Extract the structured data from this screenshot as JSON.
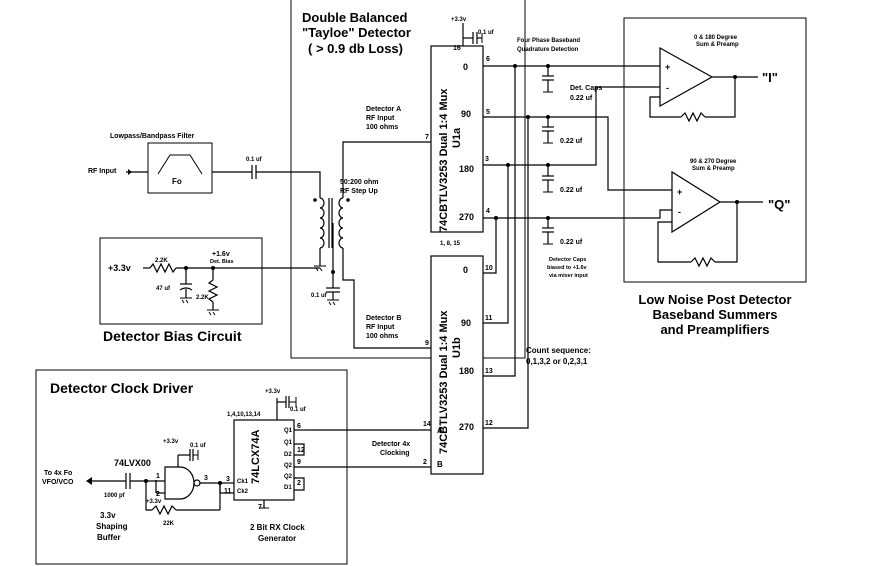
{
  "detector": {
    "title_line1": "Double Balanced",
    "title_line2": "\"Tayloe\" Detector",
    "title_line3": "( > 0.9 db Loss)",
    "phase_title_1": "Four Phase Baseband",
    "phase_title_2": "Quadrature Detection",
    "det_a_1": "Detector A",
    "det_a_2": "RF Input",
    "det_a_3": "100 ohms",
    "det_b_1": "Detector B",
    "det_b_2": "RF Input",
    "det_b_3": "100 ohms",
    "stepup_1": "50:200 ohm",
    "stepup_2": "RF Step Up",
    "det_caps_1": "Det. Caps",
    "det_caps_2": "0.22 uf",
    "cap_022": "0.22 uf",
    "caps_bias_1": "Detector Caps",
    "caps_bias_2": "biased to +1.6v",
    "caps_bias_3": "via mixer input",
    "count_1": "Count sequence:",
    "count_2": "0,1,3,2 or 0,2,3,1",
    "clocking_1": "Detector 4x",
    "clocking_2": "Clocking",
    "gnd_pins": "1, 8, 15",
    "vcc": "+3.3v",
    "cap_01": "0.1 uf",
    "mux_a_label": "74CBTLV3253 Dual 1:4 Mux",
    "mux_a_id": "U1a",
    "mux_b_label": "74CBTLV3253 Dual 1:4 Mux",
    "mux_b_id": "U1b",
    "ch0": "0",
    "ch90": "90",
    "ch180": "180",
    "ch270": "270",
    "sel_a": "A",
    "sel_b": "B"
  },
  "filter": {
    "title": "Lowpass/Bandpass Filter",
    "fo": "Fo",
    "rf_input": "RF Input",
    "cap": "0.1 uf"
  },
  "bias": {
    "title": "Detector Bias Circuit",
    "vin": "+3.3v",
    "r1": "2.2K",
    "r2": "2.2K",
    "cap": "47 uf",
    "vout": "+1.6v",
    "vout_label": "Det. Bias",
    "cap2": "0.1 uf"
  },
  "preamp": {
    "title_1": "Low Noise Post Detector",
    "title_2": "Baseband Summers",
    "title_3": "and Preamplifiers",
    "i_label_1": "0 & 180 Degree",
    "i_label_2": "Sum & Preamp",
    "q_label_1": "90 & 270 Degree",
    "q_label_2": "Sum & Preamp",
    "i_out": "\"I\"",
    "q_out": "\"Q\""
  },
  "clock": {
    "title": "Detector Clock Driver",
    "gate": "74LVX00",
    "vfo_1": "To 4x Fo",
    "vfo_2": "VFO/VCO",
    "cap_1000": "1000 pf",
    "buf_1": "3.3v",
    "buf_2": "Shaping",
    "buf_3": "Buffer",
    "r22k": "22K",
    "vcc_gate": "+3.3v",
    "vcc_bias": "+3.3v",
    "cap_gate": "0.1 uf",
    "ff": "74LCX74A",
    "ff_vcc": "+3.3v",
    "ff_cap": "0.1 uf",
    "ff_pins_top": "1,4,10,13,14",
    "gen_1": "2 Bit RX Clock",
    "gen_2": "Generator",
    "q1": "Q1",
    "q1n": "Q1",
    "d2": "D2",
    "q2": "Q2",
    "q2n": "Q2",
    "d1": "D1",
    "ck1": "Ck1",
    "ck2": "Ck2"
  },
  "pins": {
    "p1": "1",
    "p2": "2",
    "p3": "3",
    "p4": "4",
    "p5": "5",
    "p6": "6",
    "p7": "7",
    "p8": "8",
    "p9": "9",
    "p10": "10",
    "p11": "11",
    "p12": "12",
    "p13": "13",
    "p14": "14",
    "p16": "16"
  }
}
